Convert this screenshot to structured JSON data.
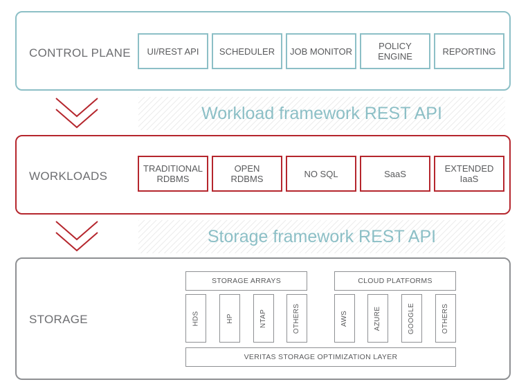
{
  "colors": {
    "control_plane": "#8cbfc6",
    "workloads": "#b5262d",
    "storage": "#8e9093",
    "text": "#6d6e71"
  },
  "control_plane": {
    "label": "CONTROL PLANE",
    "items": [
      "UI/REST API",
      "SCHEDULER",
      "JOB MONITOR",
      "POLICY ENGINE",
      "REPORTING"
    ]
  },
  "workload_api": {
    "label": "Workload framework REST API",
    "arrow_icon": "chevron-down-icon"
  },
  "workloads": {
    "label": "WORKLOADS",
    "items": [
      "TRADITIONAL\nRDBMS",
      "OPEN\nRDBMS",
      "NO SQL",
      "SaaS",
      "EXTENDED\nIaaS"
    ]
  },
  "storage_api": {
    "label": "Storage framework REST API",
    "arrow_icon": "chevron-down-icon"
  },
  "storage": {
    "label": "STORAGE",
    "storage_arrays": {
      "label": "STORAGE ARRAYS",
      "items": [
        "HDS",
        "HP",
        "NTAP",
        "OTHERS"
      ]
    },
    "cloud_platforms": {
      "label": "CLOUD PLATFORMS",
      "items": [
        "AWS",
        "AZURE",
        "GOOGLE",
        "OTHERS"
      ]
    },
    "optimization_layer": "VERITAS STORAGE OPTIMIZATION LAYER"
  }
}
